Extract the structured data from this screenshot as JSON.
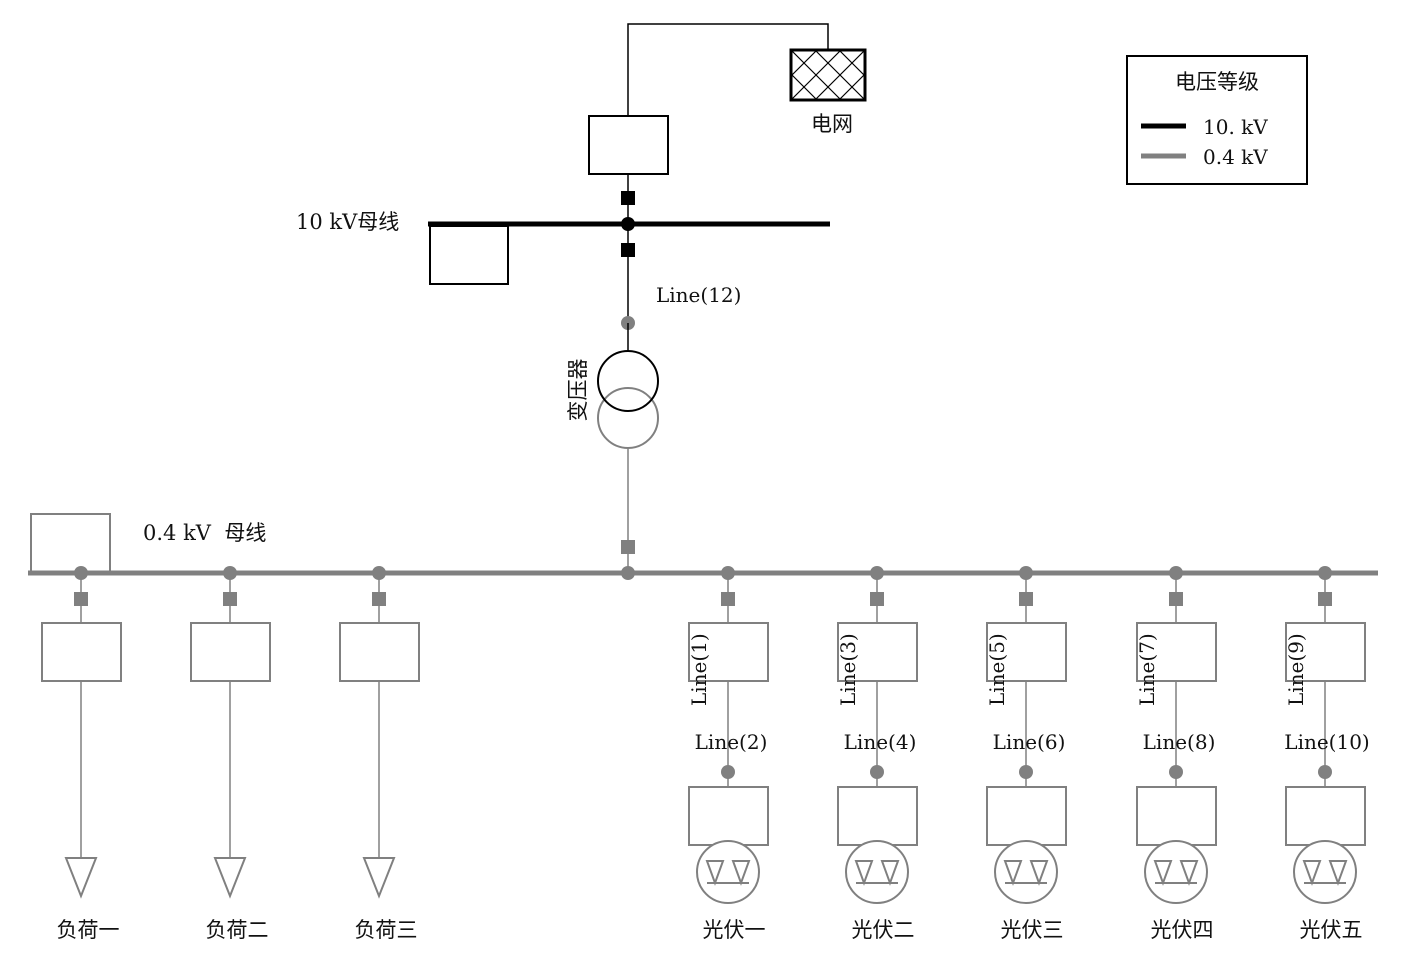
{
  "colors": {
    "hv": "#000000",
    "lv": "#808080",
    "box_stroke_lv": "#808080"
  },
  "legend": {
    "title": "电压等级",
    "items": [
      {
        "label": "10. kV",
        "color": "#000000"
      },
      {
        "label": "0.4 kV",
        "color": "#808080"
      }
    ]
  },
  "grid": {
    "label": "电网",
    "icon": "grid-source-icon"
  },
  "hv_bus": {
    "label": "10 kV母线"
  },
  "lv_bus": {
    "label": "0.4 kV  母线"
  },
  "transformer": {
    "label": "变压器",
    "line_label": "Line(12)",
    "icon": "transformer-icon"
  },
  "loads": [
    {
      "label": "负荷一"
    },
    {
      "label": "负荷二"
    },
    {
      "label": "负荷三"
    }
  ],
  "pv_units": [
    {
      "label": "光伏一",
      "line_a": "Line(1)",
      "line_b": "Line(2)"
    },
    {
      "label": "光伏二",
      "line_a": "Line(3)",
      "line_b": "Line(4)"
    },
    {
      "label": "光伏三",
      "line_a": "Line(5)",
      "line_b": "Line(6)"
    },
    {
      "label": "光伏四",
      "line_a": "Line(7)",
      "line_b": "Line(8)"
    },
    {
      "label": "光伏五",
      "line_a": "Line(9)",
      "line_b": "Line(10)"
    }
  ],
  "icons": {
    "load": "load-arrow-icon",
    "pv": "pv-inverter-icon",
    "breaker": "breaker-icon"
  }
}
